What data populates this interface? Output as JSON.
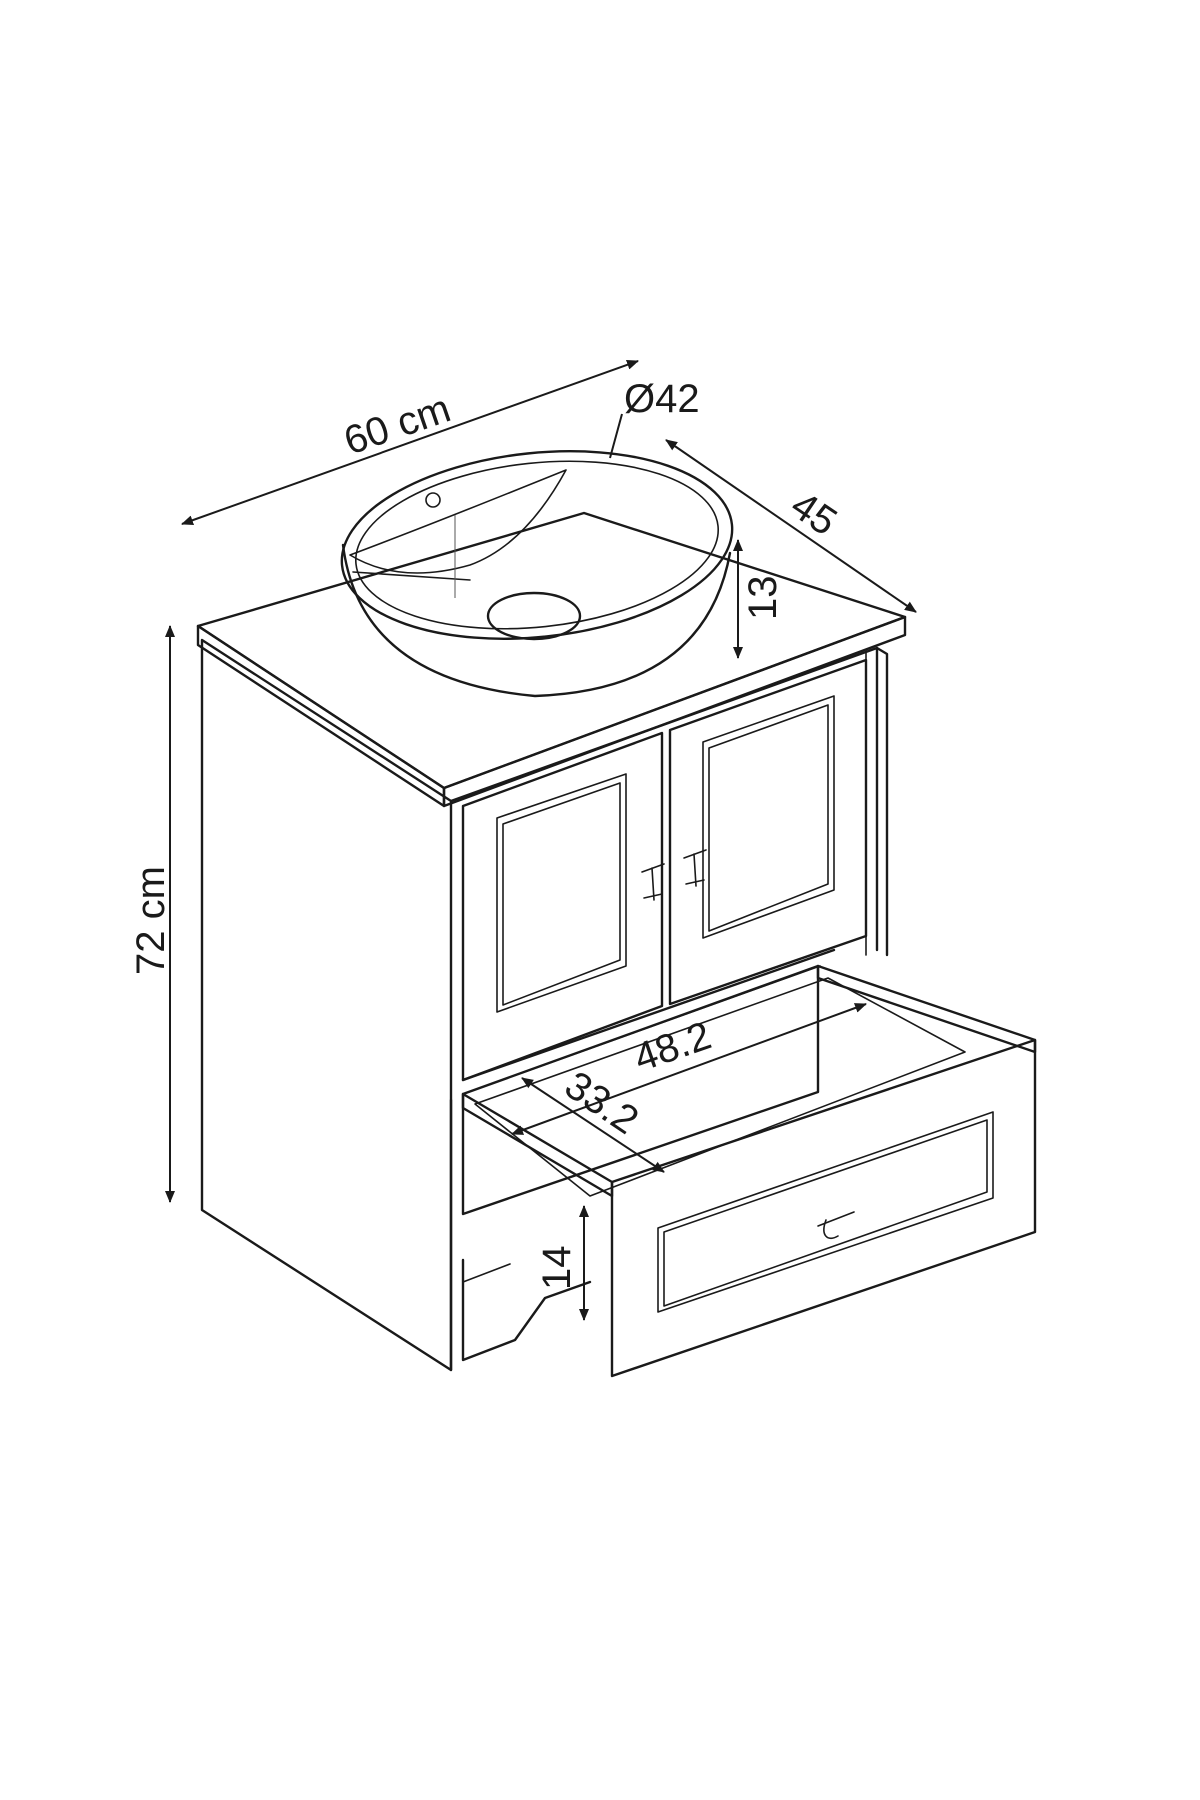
{
  "dimensions": {
    "width": "60 cm",
    "basin_diameter": "Ø42",
    "depth": "45",
    "basin_height": "13",
    "height": "72 cm",
    "drawer_width": "48.2",
    "drawer_depth": "33.2",
    "drawer_height": "14"
  }
}
